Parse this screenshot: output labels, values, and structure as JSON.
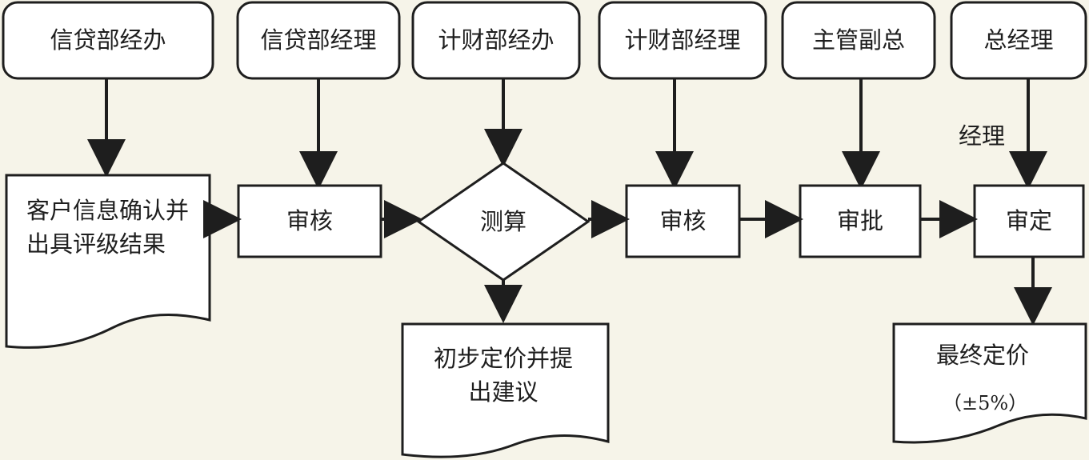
{
  "roles": [
    {
      "label": "信贷部经办"
    },
    {
      "label": "信贷部经理"
    },
    {
      "label": "计财部经办"
    },
    {
      "label": "计财部经理"
    },
    {
      "label": "主管副总"
    },
    {
      "label": "总经理"
    }
  ],
  "process": {
    "step1": "客户信息确认并出具评级结果",
    "step2": "审核",
    "step3": "测算",
    "step4": "审核",
    "step5": "审批",
    "step6": "审定"
  },
  "outputs": {
    "preliminary": "初步定价并提出建议",
    "final_line1": "最终定价",
    "final_line2": "（±5%）"
  },
  "annotations": {
    "manager_note": "经理"
  }
}
